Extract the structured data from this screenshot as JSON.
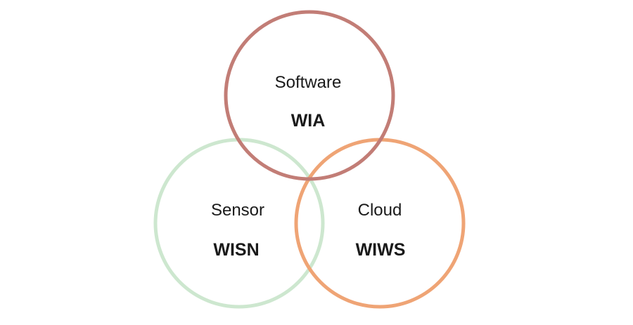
{
  "diagram": {
    "circles": [
      {
        "id": "software",
        "name": "Software",
        "code": "WIA",
        "color": "#c27d76"
      },
      {
        "id": "sensor",
        "name": "Sensor",
        "code": "WISN",
        "color": "#cde7cf"
      },
      {
        "id": "cloud",
        "name": "Cloud",
        "code": "WIWS",
        "color": "#efa475"
      }
    ]
  }
}
